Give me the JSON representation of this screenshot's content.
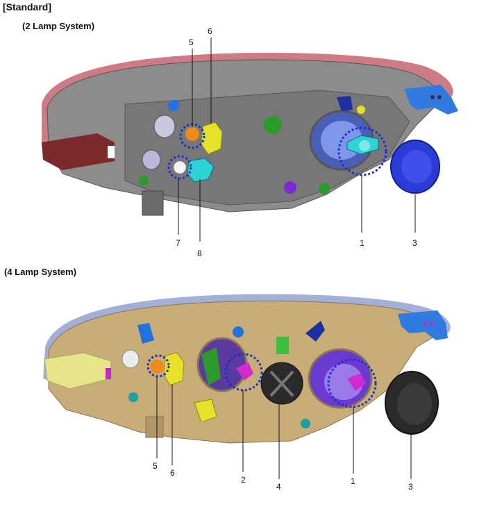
{
  "section_title": "[Standard]",
  "systems": [
    {
      "title": "(2 Lamp System)",
      "callouts": [
        "5",
        "6",
        "7",
        "8",
        "1",
        "3"
      ]
    },
    {
      "title": "(4 Lamp System)",
      "callouts": [
        "5",
        "6",
        "2",
        "4",
        "1",
        "3"
      ]
    }
  ],
  "colors": {
    "housing_2lamp": "#8c8c8c",
    "housing_4lamp": "#c8ad79",
    "lens_trim_2lamp": "#c4646e",
    "lens_trim_4lamp": "#9aa6d4",
    "dust_cover_2lamp": "#2a3bd8",
    "dust_cover_4lamp": "#2a2a2a",
    "callout_circle": "#1a2fd1",
    "bulb_cyan": "#2fd3d3",
    "bulb_yellow": "#e6e22a",
    "bulb_orange": "#ef8a1a",
    "bulb_magenta": "#d02ad0",
    "connector_green": "#2a9a2a",
    "connector_blue": "#1f74e0"
  }
}
